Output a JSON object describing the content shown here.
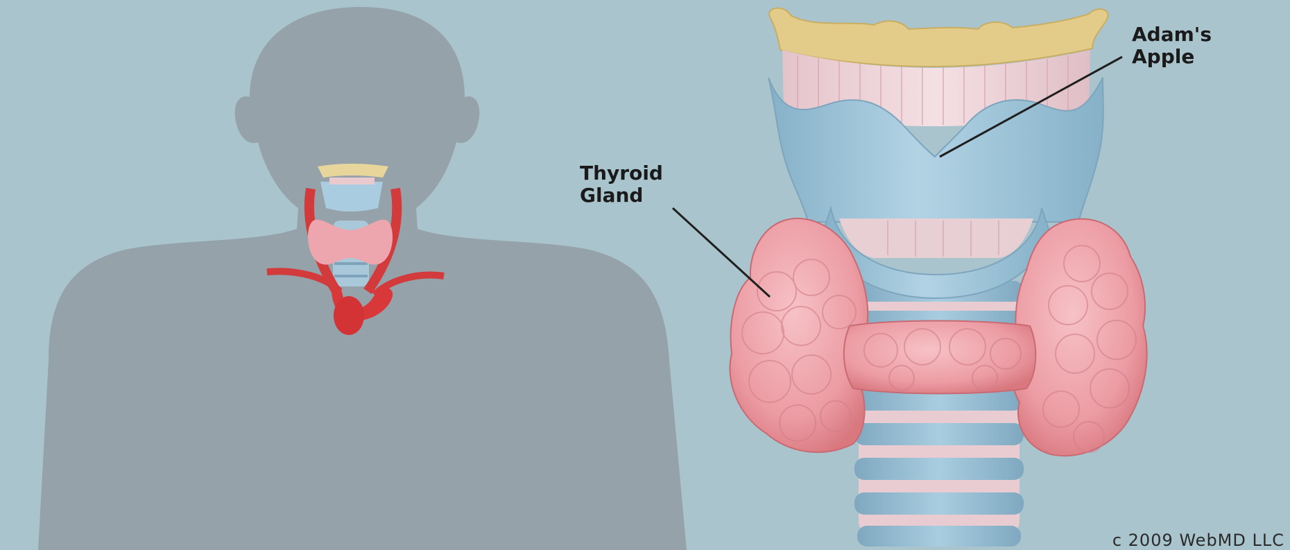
{
  "labels": {
    "thyroid_line1": "Thyroid",
    "thyroid_line2": "Gland",
    "adams_line1": "Adam's",
    "adams_line2": "Apple"
  },
  "copyright": "c 2009 WebMD LLC",
  "colors": {
    "background": "#a9c4cc",
    "silhouette": "#96a2aa",
    "cartilage_blue": "#9cc3d8",
    "hyoid_tan": "#e3cc8a",
    "gland_pink": "#ec9ba3",
    "artery_red": "#d8383a",
    "leader_line": "#1f1f1f"
  }
}
